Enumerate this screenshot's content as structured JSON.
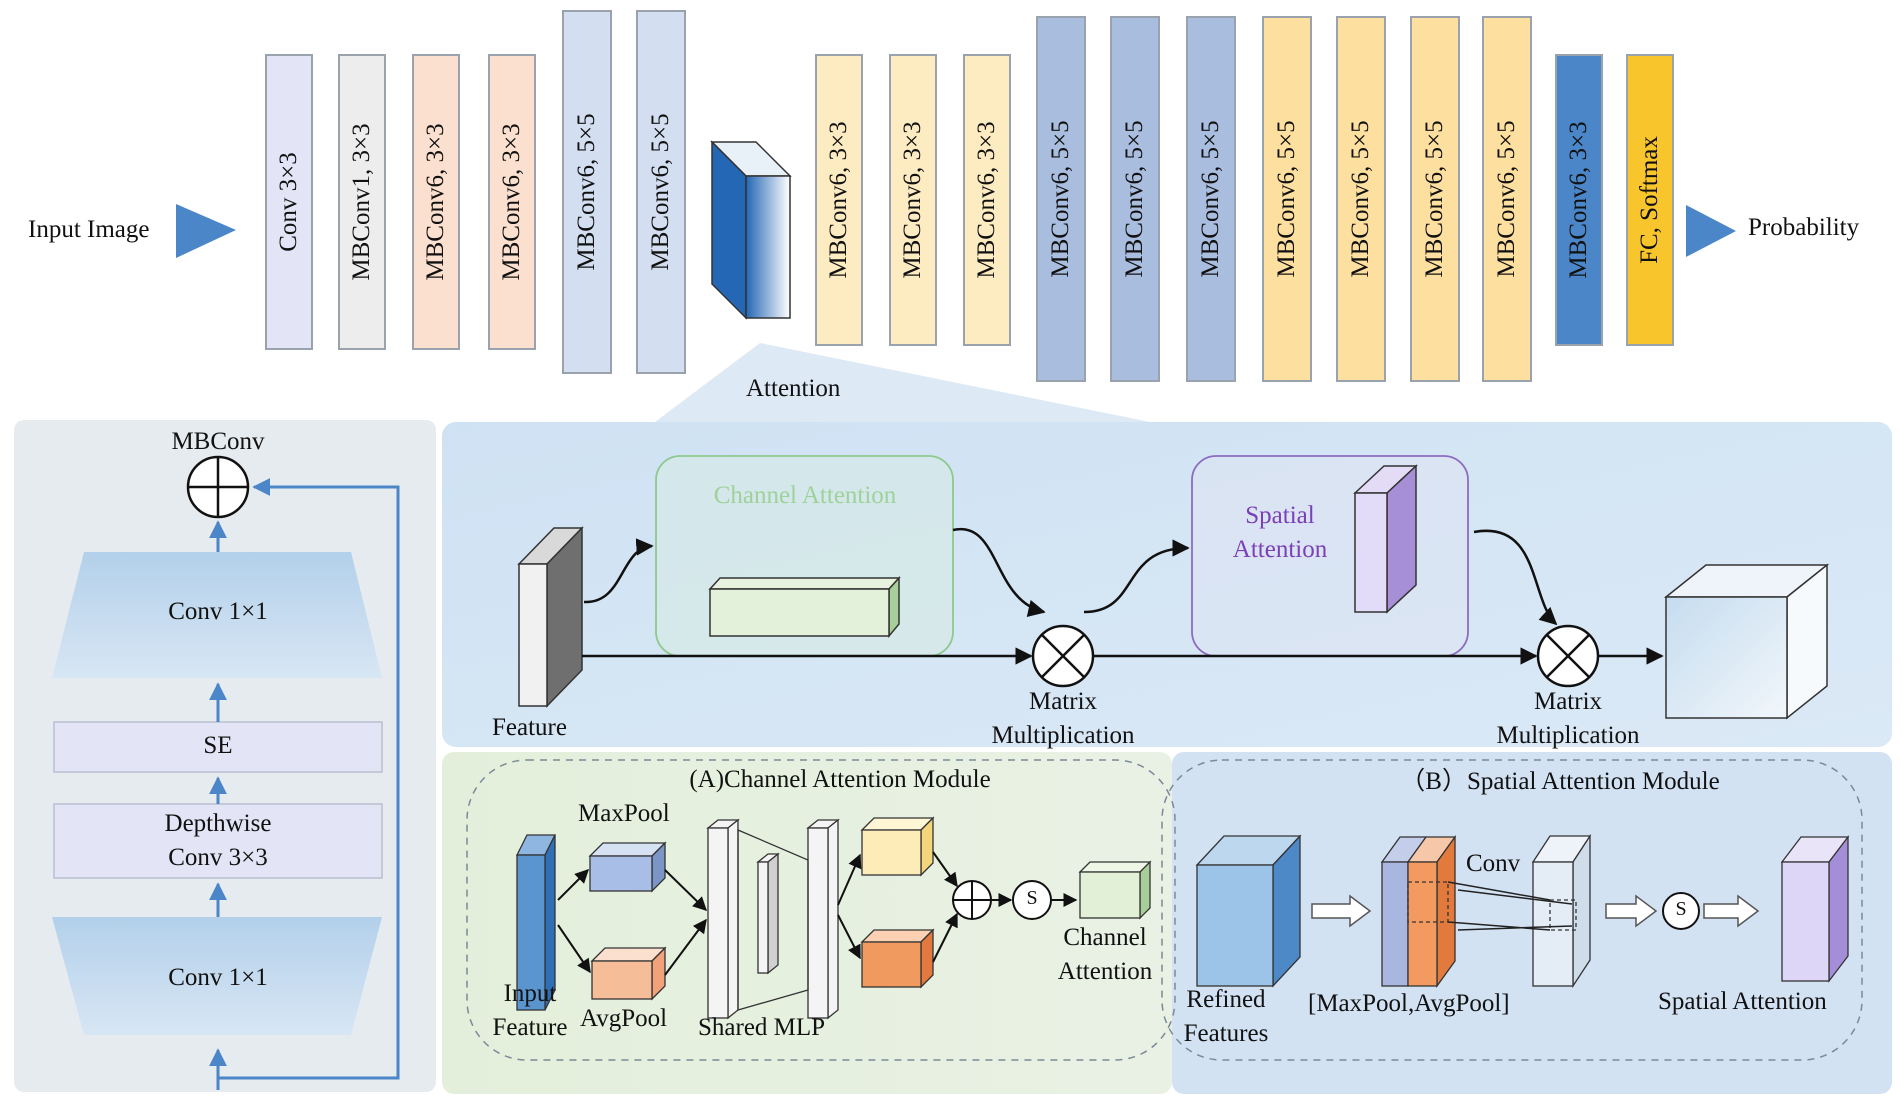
{
  "top": {
    "input_label": "Input Image",
    "output_label": "Probability",
    "attention_label": "Attention",
    "blocks": [
      {
        "label": "Conv 3×3",
        "color": "#e3e4f6"
      },
      {
        "label": "MBConv1, 3×3",
        "color": "#ededed"
      },
      {
        "label": "MBConv6, 3×3",
        "color": "#fbe0cf"
      },
      {
        "label": "MBConv6, 3×3",
        "color": "#fbe0cf"
      },
      {
        "label": "MBConv6, 5×5",
        "color": "#d3dff0"
      },
      {
        "label": "MBConv6, 5×5",
        "color": "#d3dff0"
      },
      {
        "label": "MBConv6, 3×3",
        "color": "#fdebc2"
      },
      {
        "label": "MBConv6, 3×3",
        "color": "#fdebc2"
      },
      {
        "label": "MBConv6, 3×3",
        "color": "#fdebc2"
      },
      {
        "label": "MBConv6, 5×5",
        "color": "#a9bddf"
      },
      {
        "label": "MBConv6, 5×5",
        "color": "#a9bddf"
      },
      {
        "label": "MBConv6, 5×5",
        "color": "#a9bddf"
      },
      {
        "label": "MBConv6, 5×5",
        "color": "#fde0a0"
      },
      {
        "label": "MBConv6, 5×5",
        "color": "#fde0a0"
      },
      {
        "label": "MBConv6, 5×5",
        "color": "#fde0a0"
      },
      {
        "label": "MBConv6, 5×5",
        "color": "#fde0a0"
      },
      {
        "label": "MBConv6, 3×3",
        "color": "#4a86c8"
      },
      {
        "label": "FC, Softmax",
        "color": "#f9c52c"
      }
    ]
  },
  "mbconv": {
    "title": "MBConv",
    "conv_top": "Conv 1×1",
    "se": "SE",
    "depthwise_line1": "Depthwise",
    "depthwise_line2": "Conv 3×3",
    "conv_bottom": "Conv 1×1"
  },
  "attention_flow": {
    "channel_attention": "Channel Attention",
    "spatial_line1": "Spatial",
    "spatial_line2": "Attention",
    "feature": "Feature",
    "matmul_line1": "Matrix",
    "matmul_line2": "Multiplication"
  },
  "channel_module": {
    "title": "(A)Channel Attention Module",
    "maxpool": "MaxPool",
    "avgpool": "AvgPool",
    "input_line1": "Input",
    "input_line2": "Feature",
    "shared_mlp": "Shared MLP",
    "output_line1": "Channel",
    "output_line2": "Attention",
    "sigmoid": "S"
  },
  "spatial_module": {
    "title": "（B）Spatial Attention Module",
    "refined_line1": "Refined",
    "refined_line2": "Features",
    "pool": "[MaxPool,AvgPool]",
    "conv": "Conv",
    "output": "Spatial Attention",
    "sigmoid": "S"
  },
  "colors": {
    "arrow_blue": "#4a86c8",
    "panel_blue": "#d6e6f4",
    "panel_green": "#e3eedc",
    "channel_text": "#9fd29a",
    "spatial_text": "#7b3fb8"
  }
}
